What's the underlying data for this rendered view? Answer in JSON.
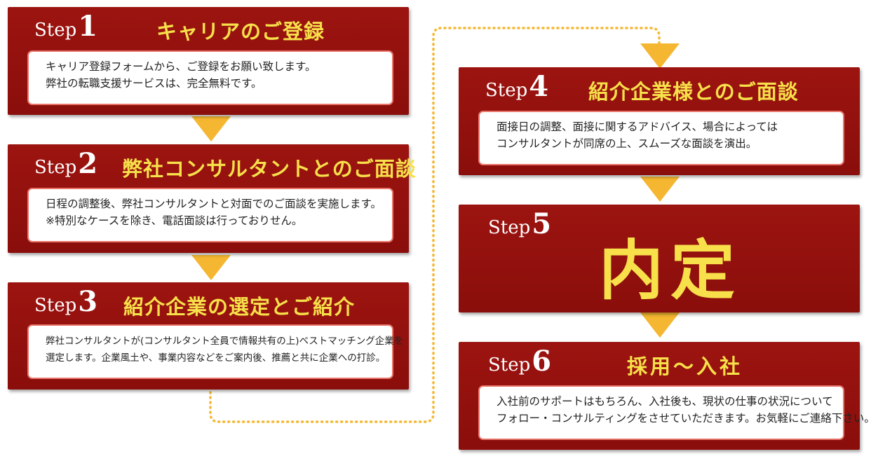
{
  "steps": [
    {
      "word": "Step",
      "num": "1",
      "title": "キャリアのご登録",
      "lines": [
        "キャリア登録フォームから、ご登録をお願い致します。",
        "弊社の転職支援サービスは、完全無料です。"
      ]
    },
    {
      "word": "Step",
      "num": "2",
      "title": "弊社コンサルタントとのご面談",
      "lines": [
        "日程の調整後、弊社コンサルタントと対面でのご面談を実施します。",
        "※特別なケースを除き、電話面談は行っておりせん。"
      ]
    },
    {
      "word": "Step",
      "num": "3",
      "title": "紹介企業の選定とご紹介",
      "lines": [
        "弊社コンサルタントが(コンサルタント全員で情報共有の上)ベストマッチング企業を",
        "選定します。企業風土や、事業内容などをご案内後、推薦と共に企業への打診。"
      ]
    },
    {
      "word": "Step",
      "num": "4",
      "title": "紹介企業様とのご面談",
      "lines": [
        "面接日の調整、面接に関するアドバイス、場合によっては",
        "コンサルタントが同席の上、スムーズな面談を演出。"
      ]
    },
    {
      "word": "Step",
      "num": "5",
      "title": "内定",
      "lines": []
    },
    {
      "word": "Step",
      "num": "6",
      "title": "採用～入社",
      "lines": [
        "入社前のサポートはもちろん、入社後も、現状の仕事の状況について",
        "フォロー・コンサルティングをさせていただきます。お気軽にご連絡下さい。"
      ]
    }
  ],
  "colors": {
    "box": "#9c1410",
    "accent": "#f7e04a",
    "arrow": "#f5b731",
    "desc_border": "#e9756a"
  }
}
